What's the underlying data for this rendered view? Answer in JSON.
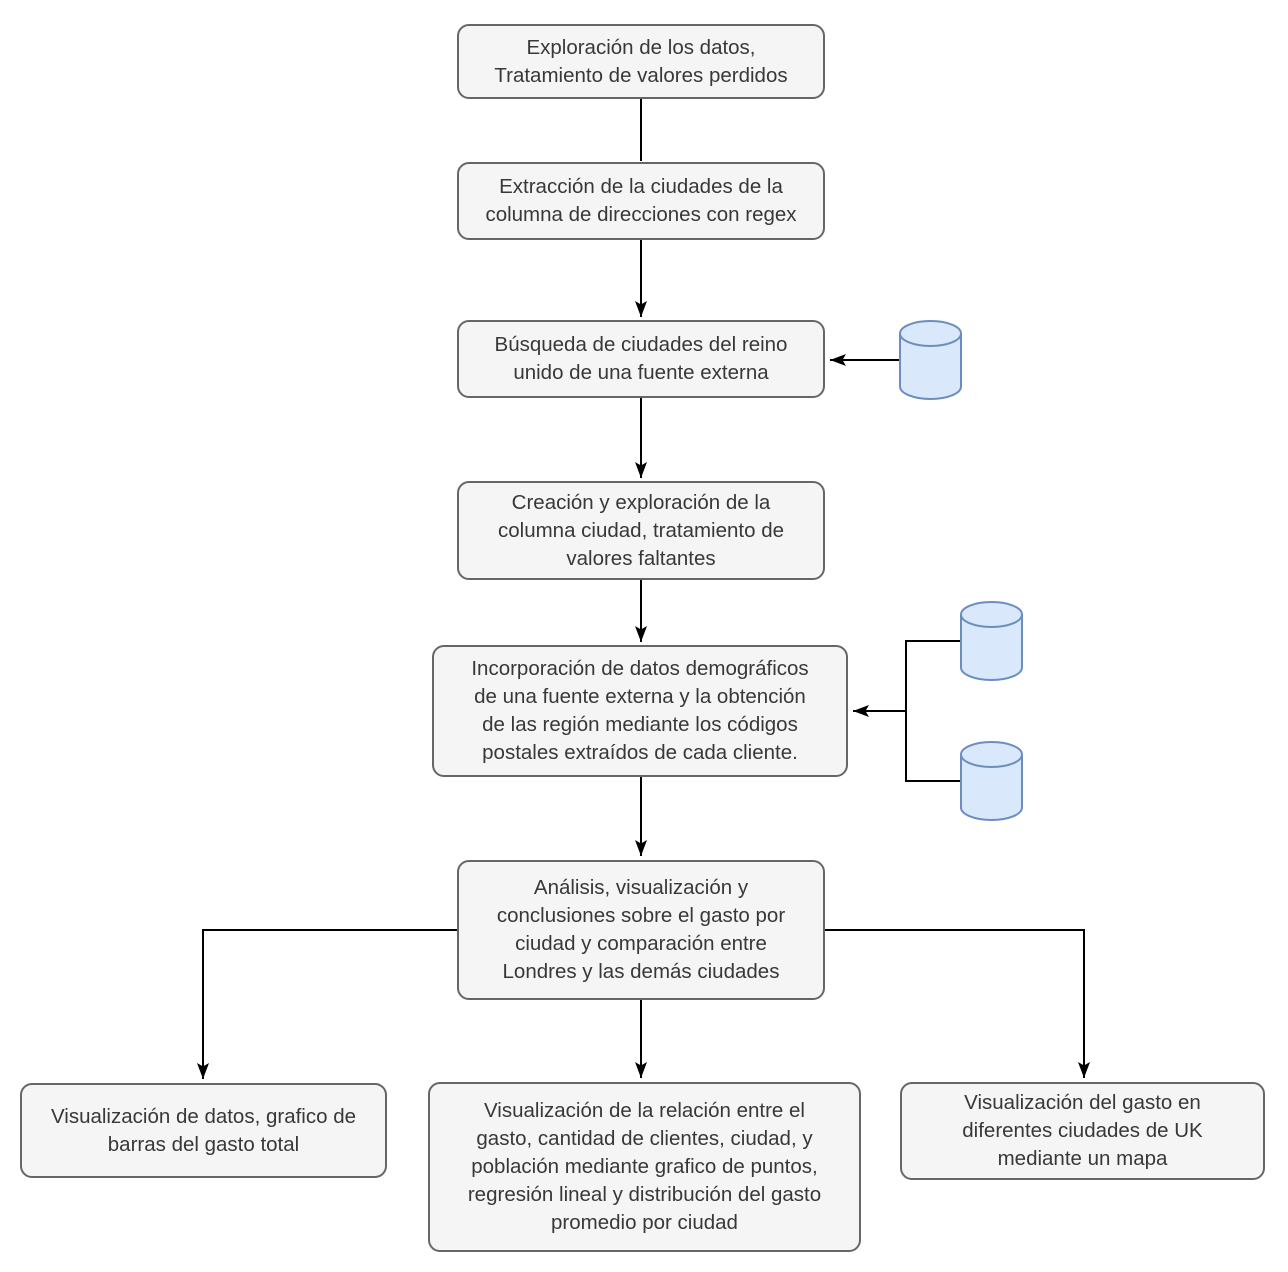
{
  "diagram": {
    "nodes": [
      {
        "id": "exploracion-datos",
        "text": "Exploración de los datos,\nTratamiento de valores perdidos"
      },
      {
        "id": "extraccion-ciudades",
        "text": "Extracción de la ciudades de la\ncolumna de direcciones con regex"
      },
      {
        "id": "busqueda-ciudades-uk",
        "text": "Búsqueda de ciudades del reino\nunido de una fuente externa"
      },
      {
        "id": "creacion-columna-ciudad",
        "text": "Creación y exploración de la\ncolumna ciudad, tratamiento de\nvalores faltantes"
      },
      {
        "id": "incorporacion-demograficos",
        "text": "Incorporación de datos demográficos\nde una fuente externa y la obtención\nde las región mediante los códigos\npostales extraídos de cada cliente."
      },
      {
        "id": "analisis-visualizacion",
        "text": "Análisis, visualización y\nconclusiones sobre el gasto por\nciudad y comparación entre\nLondres y las demás ciudades"
      },
      {
        "id": "visualizacion-barras",
        "text": "Visualización de datos, grafico de\nbarras del gasto total"
      },
      {
        "id": "visualizacion-relacion",
        "text": "Visualización de la relación entre el\ngasto, cantidad de clientes, ciudad, y\npoblación mediante grafico de puntos,\nregresión lineal y distribución del gasto\npromedio por ciudad"
      },
      {
        "id": "visualizacion-mapa",
        "text": "Visualización del gasto en\ndiferentes ciudades de UK\nmediante un mapa"
      }
    ],
    "icons": [
      {
        "name": "database-icon",
        "shape": "cylinder"
      },
      {
        "name": "database-icon",
        "shape": "cylinder"
      },
      {
        "name": "database-icon",
        "shape": "cylinder"
      }
    ]
  },
  "colors": {
    "background": "#ffffff",
    "node_fill": "#f5f5f5",
    "node_border": "#666666",
    "node_text": "#383838",
    "db_fill": "#dae8fc",
    "db_border": "#6c8ebf",
    "arrow": "#000000"
  }
}
